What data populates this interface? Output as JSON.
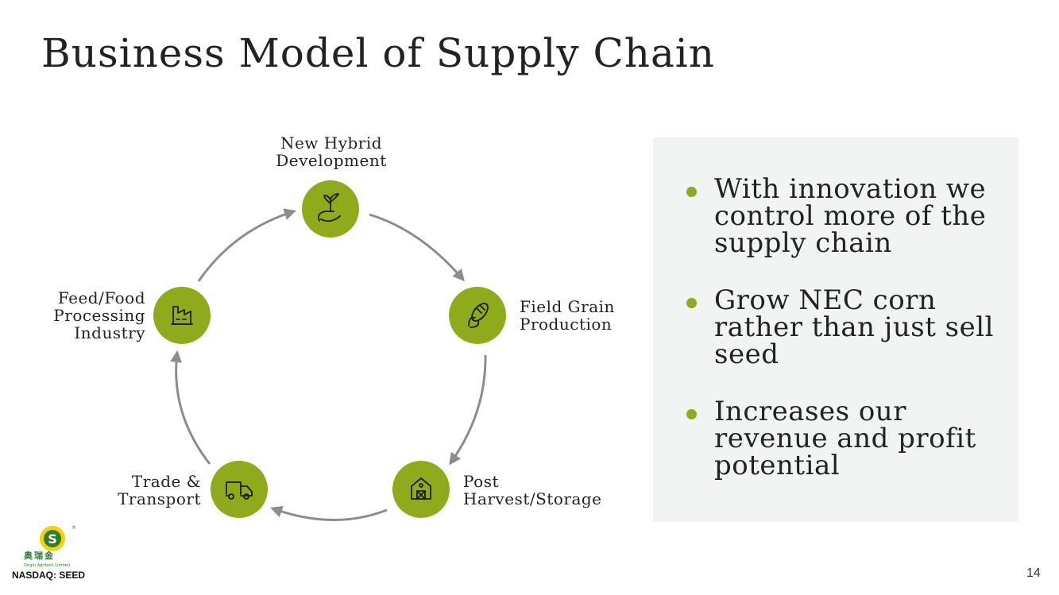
{
  "title": "Business Model of Supply Chain",
  "cycle": {
    "nodes": [
      {
        "label": "New Hybrid\nDevelopment",
        "icon": "sprout-in-hand-icon"
      },
      {
        "label": "Field Grain\nProduction",
        "icon": "corn-icon"
      },
      {
        "label": "Post\nHarvest/Storage",
        "icon": "barn-icon"
      },
      {
        "label": "Trade &\nTransport",
        "icon": "truck-icon"
      },
      {
        "label": "Feed/Food\nProcessing\nIndustry",
        "icon": "factory-icon"
      }
    ]
  },
  "panel": {
    "bullets": [
      "With innovation we control more of the supply chain",
      "Grow NEC corn rather than just sell seed",
      "Increases our revenue and profit potential"
    ]
  },
  "footer": {
    "logo_glyph": "S",
    "logo_cn": "奥瑞金",
    "logo_en": "Origin Agritech Limited",
    "ticker": "NASDAQ: SEED",
    "page_number": "14"
  },
  "colors": {
    "node_fill": "#8faa1b",
    "arrow": "#8c8c8c",
    "panel_bg": "#f1f4f2",
    "bullet_dot": "#8faa1b"
  }
}
